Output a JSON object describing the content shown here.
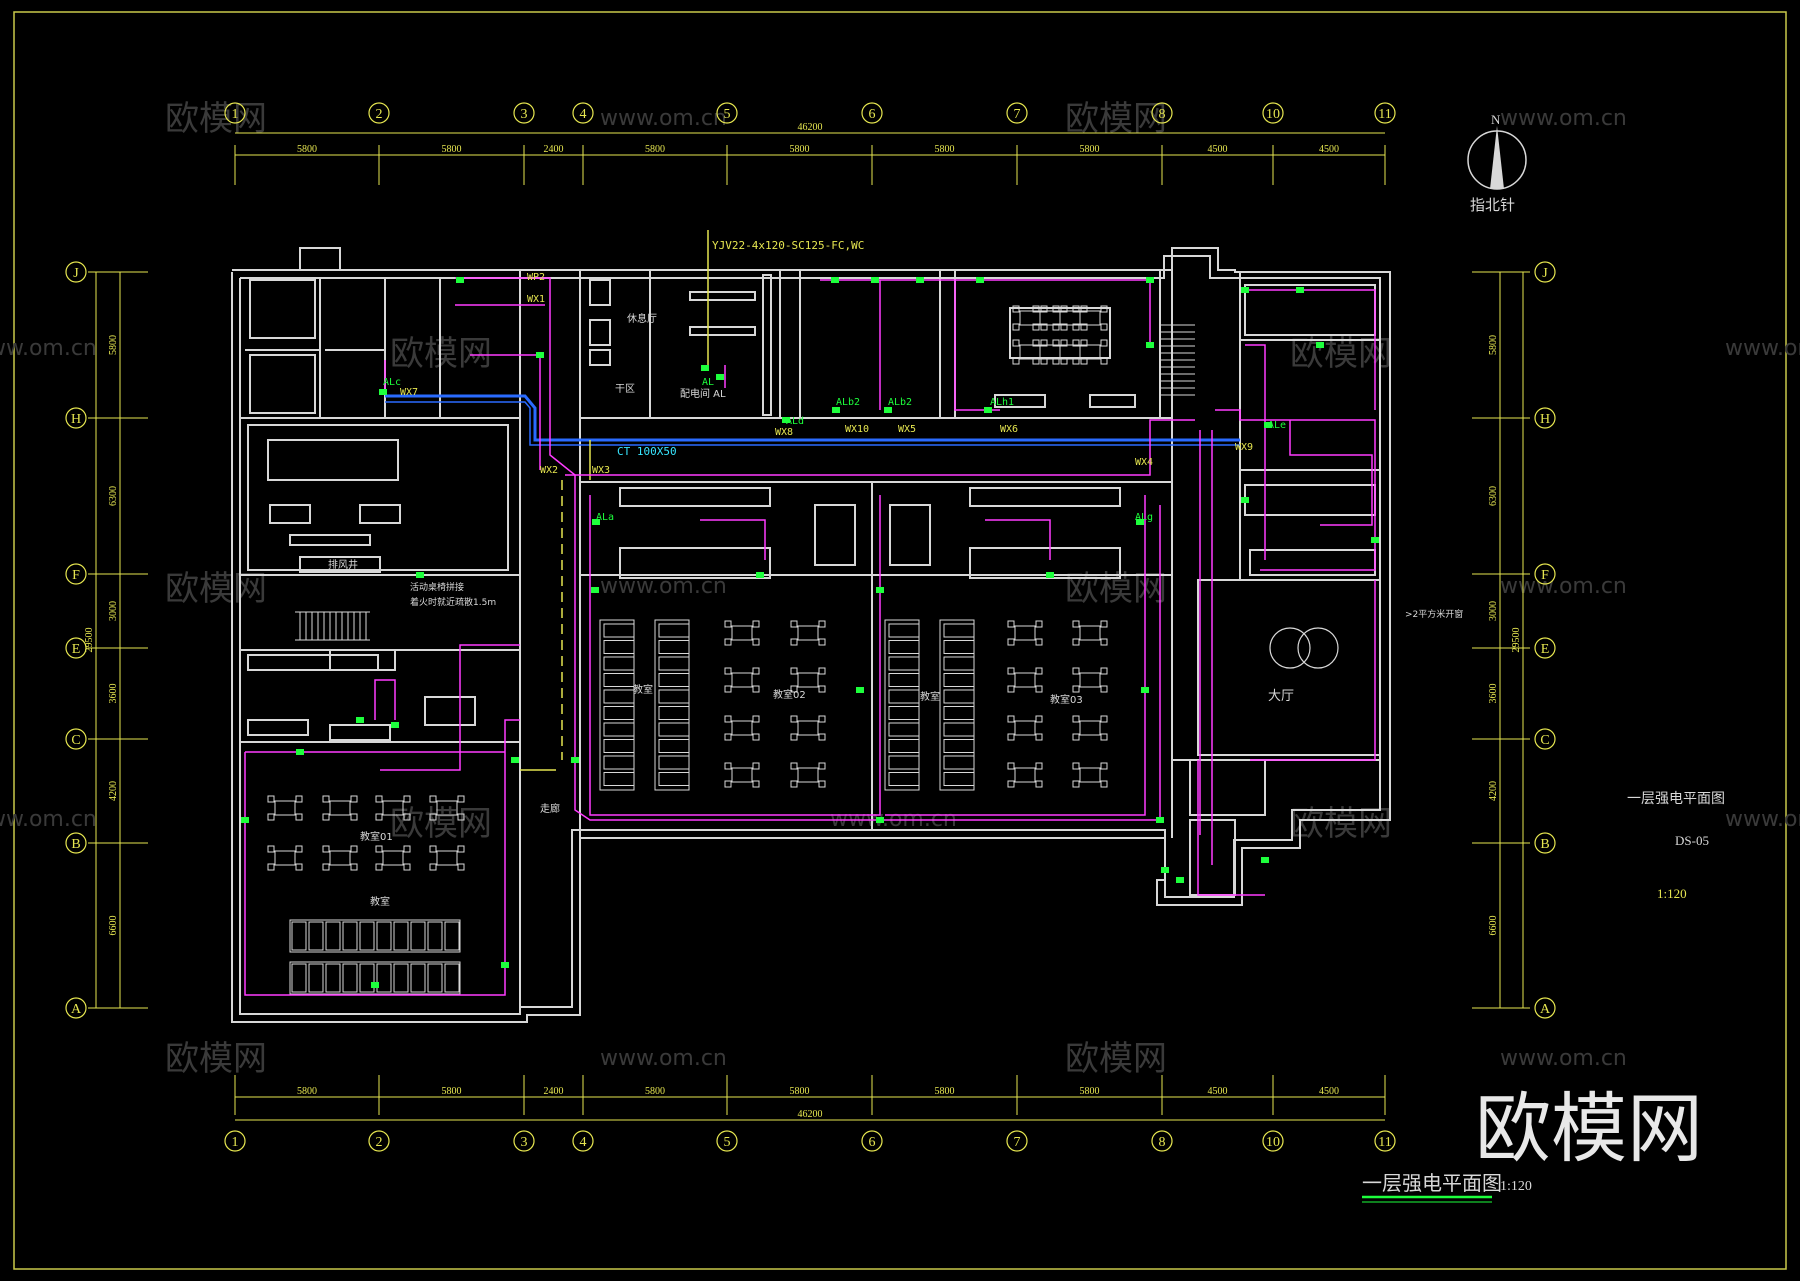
{
  "colors": {
    "frame": "#c9c94a",
    "wall": "#d8d8d8",
    "axis": "#e6e650",
    "cable": "#ff3cff",
    "tray": "#2a6bff",
    "device": "#1dff3c",
    "cyan": "#37e6ff",
    "watermark": "#3a3a3a"
  },
  "axes": {
    "x_labels": [
      "1",
      "2",
      "3",
      "4",
      "5",
      "6",
      "7",
      "8",
      "10",
      "11"
    ],
    "y_labels": [
      "J",
      "H",
      "F",
      "E",
      "C",
      "B",
      "A"
    ],
    "x_spacings": [
      "5800",
      "5800",
      "2400",
      "5800",
      "5800",
      "5800",
      "5800",
      "4500",
      "4500"
    ],
    "x_total": "46200",
    "y_spacings": [
      "5800",
      "6300",
      "3000",
      "3600",
      "4200",
      "6600"
    ],
    "y_total": "29500"
  },
  "north_arrow": {
    "letter": "N",
    "label": "指北针"
  },
  "cables": {
    "main_feed": "YJV22-4x120-SC125-FC,WC",
    "tray": "CT 100X50",
    "circuits": [
      "WP2",
      "WX1",
      "WX7",
      "WX2",
      "WX3",
      "WX8",
      "WX10",
      "WX5",
      "WX6",
      "WX4",
      "WX9"
    ]
  },
  "panels": [
    "ALc",
    "AL",
    "ALd",
    "ALb2",
    "ALb2",
    "ALh1",
    "ALe",
    "ALa",
    "ALg"
  ],
  "rooms": {
    "distribution": "配电间 AL",
    "lounge": "休息厅",
    "dry": "干区",
    "exhaust": "排风井",
    "corridor": "走廊",
    "hall": "大厅",
    "classroom_1": "教室01",
    "classroom_2": "教室02",
    "classroom_3": "教室03",
    "study": "教室",
    "study2": "教室",
    "study3": "教室",
    "note_1": "活动桌椅拼接",
    "note_2": "着火时就近疏散1.5m",
    "right_note": ">2平方米开窗"
  },
  "side_title": {
    "name": "一层强电平面图",
    "code": "DS-05",
    "scale": "1:120"
  },
  "bottom_title": {
    "name": "一层强电平面图",
    "scale": "1:120"
  },
  "watermark": {
    "brand": "欧模网",
    "url": "www.om.cn"
  }
}
